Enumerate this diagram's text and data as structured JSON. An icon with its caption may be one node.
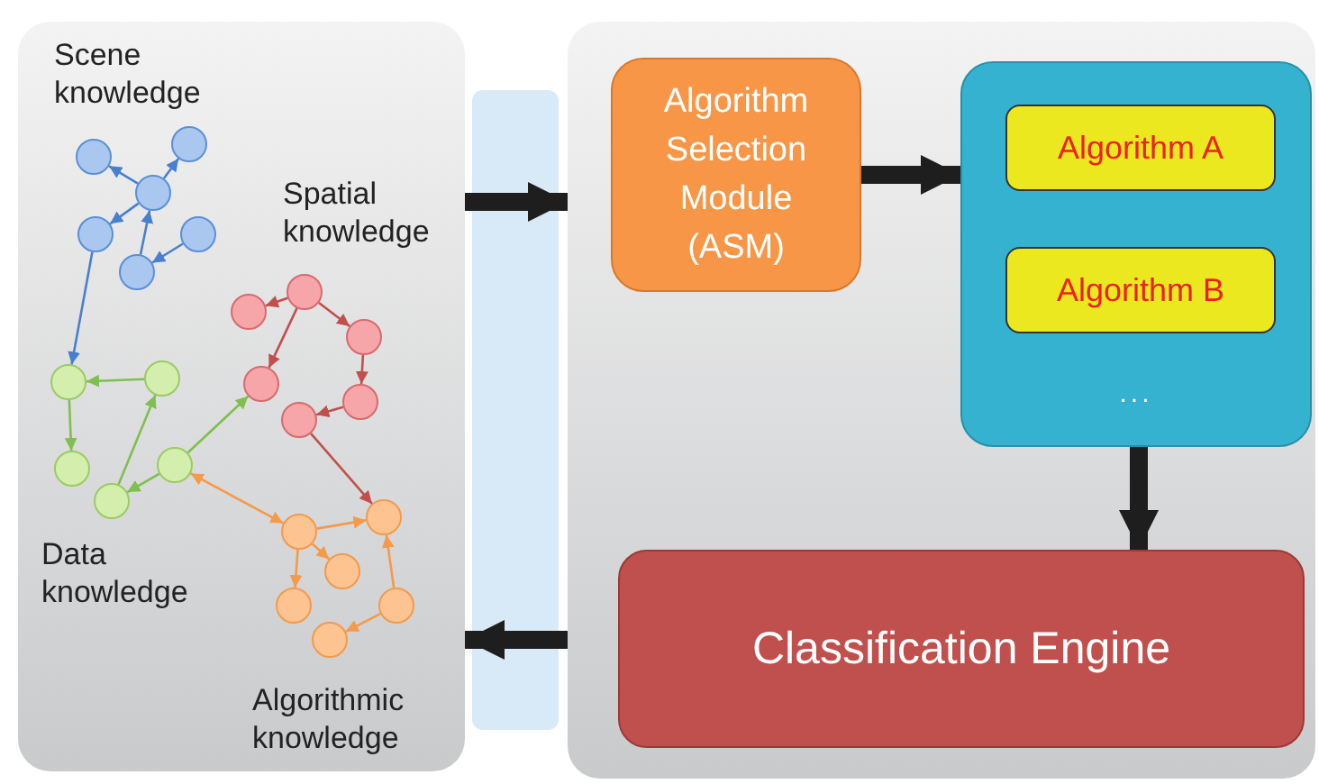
{
  "diagram": {
    "nodes": [
      {
        "text": [],
        "shape": "box"
      },
      {
        "text": [],
        "shape": "box"
      },
      {
        "text": [
          "Algorithm Selection Module (ASM)"
        ],
        "in": 1
      },
      {
        "text": [
          "..."
        ],
        "in": 1
      },
      {
        "text": [
          "Algorithm A"
        ],
        "in": 3
      },
      {
        "text": [
          "Algorithm B"
        ],
        "in": 3
      },
      {
        "text": [
          "Classification Engine"
        ],
        "in": 1
      },
      {
        "text": [],
        "shape": "circle",
        "in": 0
      },
      {
        "text": [],
        "shape": "circle",
        "in": 0
      },
      {
        "text": [],
        "shape": "circle",
        "in": 0
      },
      {
        "text": [],
        "shape": "circle",
        "in": 0
      },
      {
        "text": [],
        "shape": "circle",
        "in": 0
      },
      {
        "text": [],
        "shape": "circle",
        "in": 0
      },
      {
        "text": [],
        "shape": "circle",
        "in": 0
      },
      {
        "text": [],
        "shape": "circle",
        "in": 0
      },
      {
        "text": [],
        "shape": "circle",
        "in": 0
      },
      {
        "text": [],
        "shape": "circle",
        "in": 0
      },
      {
        "text": [],
        "shape": "circle",
        "in": 0
      },
      {
        "text": [],
        "shape": "circle",
        "in": 0
      },
      {
        "text": [],
        "shape": "circle",
        "in": 0
      },
      {
        "text": [],
        "shape": "circle",
        "in": 0
      },
      {
        "text": [],
        "shape": "circle",
        "in": 0
      },
      {
        "text": [],
        "shape": "circle",
        "in": 0
      },
      {
        "text": [],
        "shape": "circle",
        "in": 0
      },
      {
        "text": [],
        "shape": "circle",
        "in": 0
      },
      {
        "text": [],
        "shape": "circle",
        "in": 0
      },
      {
        "text": [],
        "shape": "circle",
        "in": 0
      },
      {
        "text": [],
        "shape": "circle",
        "in": 0
      },
      {
        "text": [],
        "shape": "circle",
        "in": 0
      },
      {
        "text": [],
        "shape": "circle",
        "in": 0
      }
    ],
    "edges": [
      {
        "from": 0,
        "to": 1,
        "arrow": "to",
        "style": "thick",
        "color": "#1e1e1e"
      },
      {
        "from": 1,
        "to": 0,
        "arrow": "to",
        "style": "thick",
        "color": "#1e1e1e"
      },
      {
        "from": 2,
        "to": 3,
        "arrow": "to",
        "style": "thick",
        "color": "#1e1e1e"
      },
      {
        "from": 3,
        "to": 6,
        "arrow": "to",
        "style": "thick",
        "color": "#1e1e1e"
      },
      {
        "from": 9,
        "to": 7,
        "arrow": "to",
        "color": "#4a7fcf"
      },
      {
        "from": 9,
        "to": 8,
        "arrow": "to",
        "color": "#4a7fcf"
      },
      {
        "from": 9,
        "to": 10,
        "arrow": "to",
        "color": "#4a7fcf"
      },
      {
        "from": 12,
        "to": 9,
        "arrow": "to",
        "color": "#4a7fcf"
      },
      {
        "from": 11,
        "to": 12,
        "arrow": "to",
        "color": "#4a7fcf"
      },
      {
        "from": 10,
        "to": 19,
        "arrow": "to",
        "color": "#4a7fcf"
      },
      {
        "from": 13,
        "to": 14,
        "arrow": "to",
        "color": "#c0504d"
      },
      {
        "from": 13,
        "to": 15,
        "arrow": "to",
        "color": "#c0504d"
      },
      {
        "from": 13,
        "to": 16,
        "arrow": "to",
        "color": "#c0504d"
      },
      {
        "from": 15,
        "to": 17,
        "arrow": "to",
        "color": "#c0504d"
      },
      {
        "from": 17,
        "to": 18,
        "arrow": "to",
        "color": "#c0504d"
      },
      {
        "from": 18,
        "to": 25,
        "arrow": "to",
        "color": "#c0504d"
      },
      {
        "from": 20,
        "to": 19,
        "arrow": "to",
        "color": "#7fbf4f"
      },
      {
        "from": 19,
        "to": 21,
        "arrow": "to",
        "color": "#7fbf4f"
      },
      {
        "from": 23,
        "to": 20,
        "arrow": "to",
        "color": "#7fbf4f"
      },
      {
        "from": 22,
        "to": 23,
        "arrow": "to",
        "color": "#7fbf4f"
      },
      {
        "from": 22,
        "to": 16,
        "arrow": "to",
        "color": "#7fbf4f"
      },
      {
        "from": 24,
        "to": 22,
        "arrow": "both",
        "color": "#f59a4a"
      },
      {
        "from": 24,
        "to": 25,
        "arrow": "to",
        "color": "#f59a4a"
      },
      {
        "from": 24,
        "to": 26,
        "arrow": "to",
        "color": "#f59a4a"
      },
      {
        "from": 24,
        "to": 27,
        "arrow": "to",
        "color": "#f59a4a"
      },
      {
        "from": 28,
        "to": 25,
        "arrow": "to",
        "color": "#f59a4a"
      },
      {
        "from": 28,
        "to": 29,
        "arrow": "to",
        "color": "#f59a4a"
      }
    ],
    "labels": [
      "Scene knowledge",
      "Spatial knowledge",
      "Data knowledge",
      "Algorithmic knowledge"
    ]
  }
}
